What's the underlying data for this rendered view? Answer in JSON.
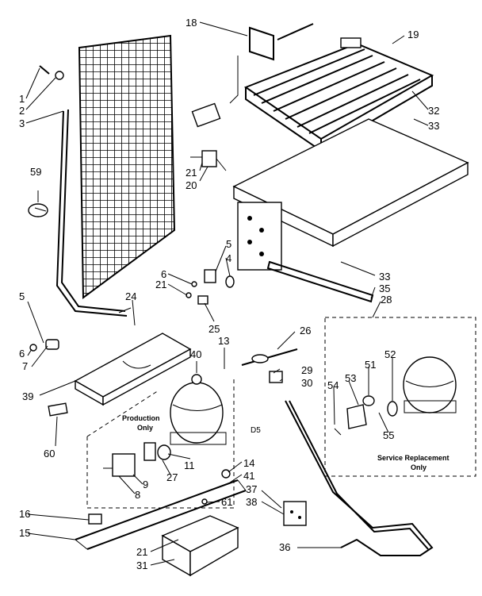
{
  "callouts": [
    "1",
    "2",
    "3",
    "59",
    "5",
    "6",
    "7",
    "39",
    "60",
    "18",
    "21",
    "20",
    "19",
    "32",
    "33",
    "5",
    "4",
    "6",
    "21",
    "24",
    "25",
    "33",
    "35",
    "28",
    "26",
    "40",
    "13",
    "29",
    "30",
    "54",
    "53",
    "51",
    "52",
    "55",
    "D5",
    "14",
    "41",
    "11",
    "27",
    "9",
    "8",
    "61",
    "37",
    "38",
    "16",
    "15",
    "21",
    "31",
    "36"
  ],
  "notes": {
    "production": "Production",
    "production_only": "Only",
    "service": "Service Replacement",
    "service_only": "Only"
  }
}
